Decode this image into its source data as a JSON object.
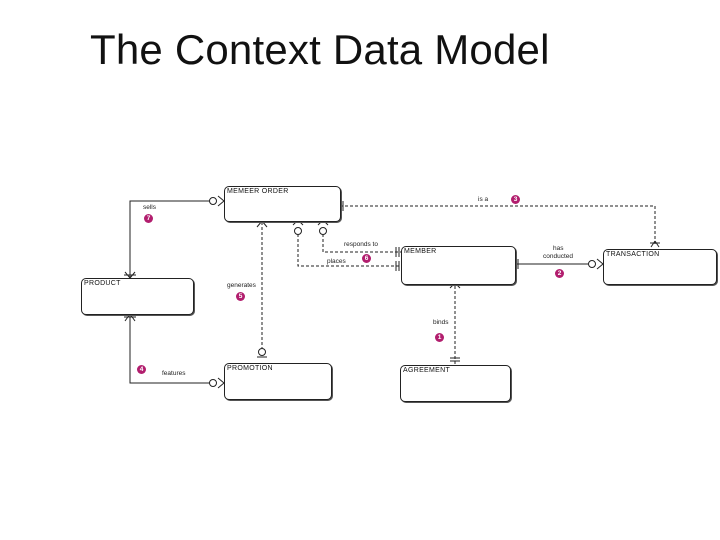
{
  "title": "The Context Data Model",
  "entities": {
    "member_order": "MEMEER ORDER",
    "product": "PRODUCT",
    "member": "MEMBER",
    "transaction": "TRANSACTION",
    "promotion": "PROMOTION",
    "agreement": "AGREEMENT"
  },
  "relationships": {
    "sells": "sells",
    "is_a": "is a",
    "responds_to": "responds to",
    "places": "places",
    "has_conducted": [
      "has",
      "conducted"
    ],
    "generates": "generates",
    "binds": "binds",
    "features": "features"
  },
  "badges": {
    "sells": "7",
    "is_a": "3",
    "places": "6",
    "has_conducted": "2",
    "generates": "5",
    "binds": "1",
    "features": "4"
  },
  "colors": {
    "badge": "#b21e6e",
    "line": "#222222"
  }
}
